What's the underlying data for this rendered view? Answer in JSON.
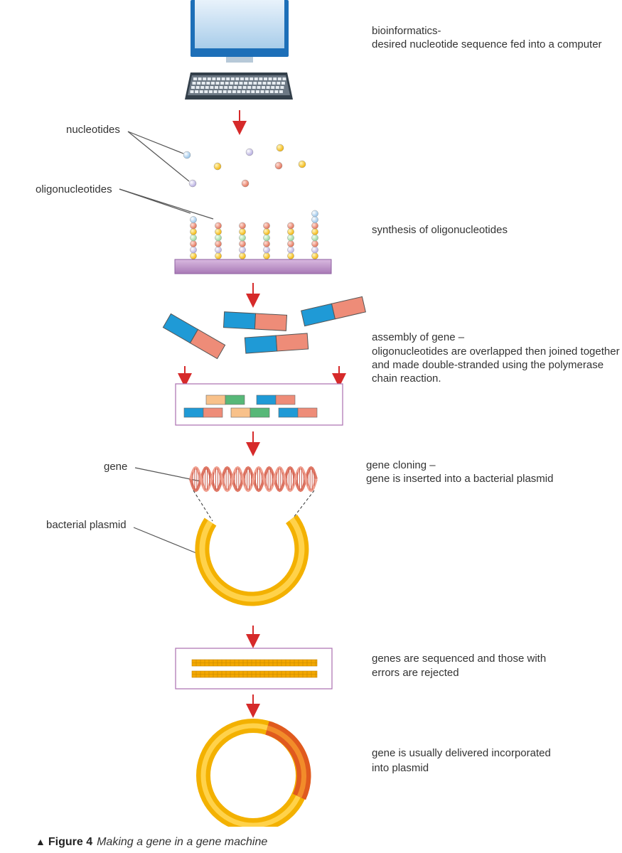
{
  "steps": {
    "bioinformatics": [
      "bioinformatics-",
      "desired nucleotide sequence fed into a computer"
    ],
    "synthesis": [
      "synthesis of oligonucleotides"
    ],
    "assembly": [
      "assembly of gene –",
      "oligonucleotides are overlapped then joined together",
      "and made double-stranded using the polymerase",
      "chain reaction."
    ],
    "cloning": [
      "gene cloning –",
      "gene is inserted into a bacterial plasmid"
    ],
    "sequencing": [
      "genes are sequenced and those with",
      "errors are rejected"
    ],
    "delivery": [
      "gene is usually delivered incorporated",
      "into plasmid"
    ]
  },
  "labels": {
    "nucleotides": "nucleotides",
    "oligonucleotides": "oligonucleotides",
    "gene": "gene",
    "plasmid": "bacterial plasmid"
  },
  "caption": {
    "marker": "▲",
    "figure": "Figure 4",
    "text": "Making a gene in a gene machine"
  },
  "colors": {
    "arrow": "#d62a2a",
    "frame": "#b07ab5",
    "substrate": "#c39bd0",
    "blue": "#1f9ad6",
    "salmon": "#ee8c78",
    "plasmid": "#f5b400",
    "insert": "#e8502a"
  }
}
